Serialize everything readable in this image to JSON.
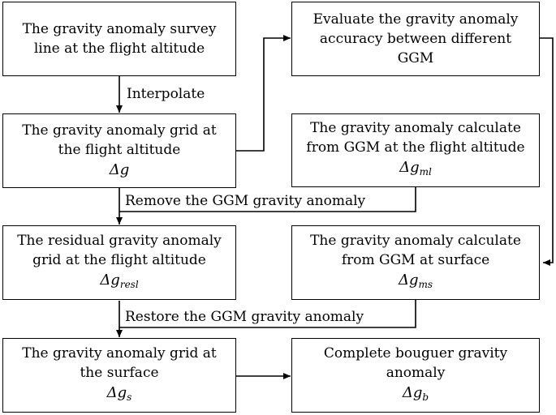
{
  "boxes": {
    "survey_line": {
      "line1": "The gravity anomaly survey",
      "line2": "line at the flight altitude"
    },
    "evaluate": {
      "line1": "Evaluate the gravity anomaly",
      "line2": "accuracy between different",
      "line3": "GGM"
    },
    "grid_flight": {
      "line1": "The gravity anomaly grid at",
      "line2": "the flight altitude",
      "symbol": "Δg",
      "subscript": ""
    },
    "ggm_flight": {
      "line1": "The gravity anomaly calculate",
      "line2": "from GGM at the flight altitude",
      "symbol": "Δg",
      "subscript": "ml"
    },
    "residual": {
      "line1": "The residual gravity anomaly",
      "line2": "grid at the flight altitude",
      "symbol": "Δg",
      "subscript": "resl"
    },
    "ggm_surface": {
      "line1": "The gravity anomaly calculate",
      "line2": "from GGM at surface",
      "symbol": "Δg",
      "subscript": "ms"
    },
    "grid_surface": {
      "line1": "The gravity anomaly grid at",
      "line2": "the surface",
      "symbol": "Δg",
      "subscript": "s"
    },
    "bouguer": {
      "line1": "Complete bouguer gravity",
      "line2": "anomaly",
      "symbol": "Δg",
      "subscript": "b"
    }
  },
  "edges": {
    "interpolate": "Interpolate",
    "remove": "Remove the GGM gravity anomaly",
    "restore": "Restore the GGM gravity anomaly"
  }
}
